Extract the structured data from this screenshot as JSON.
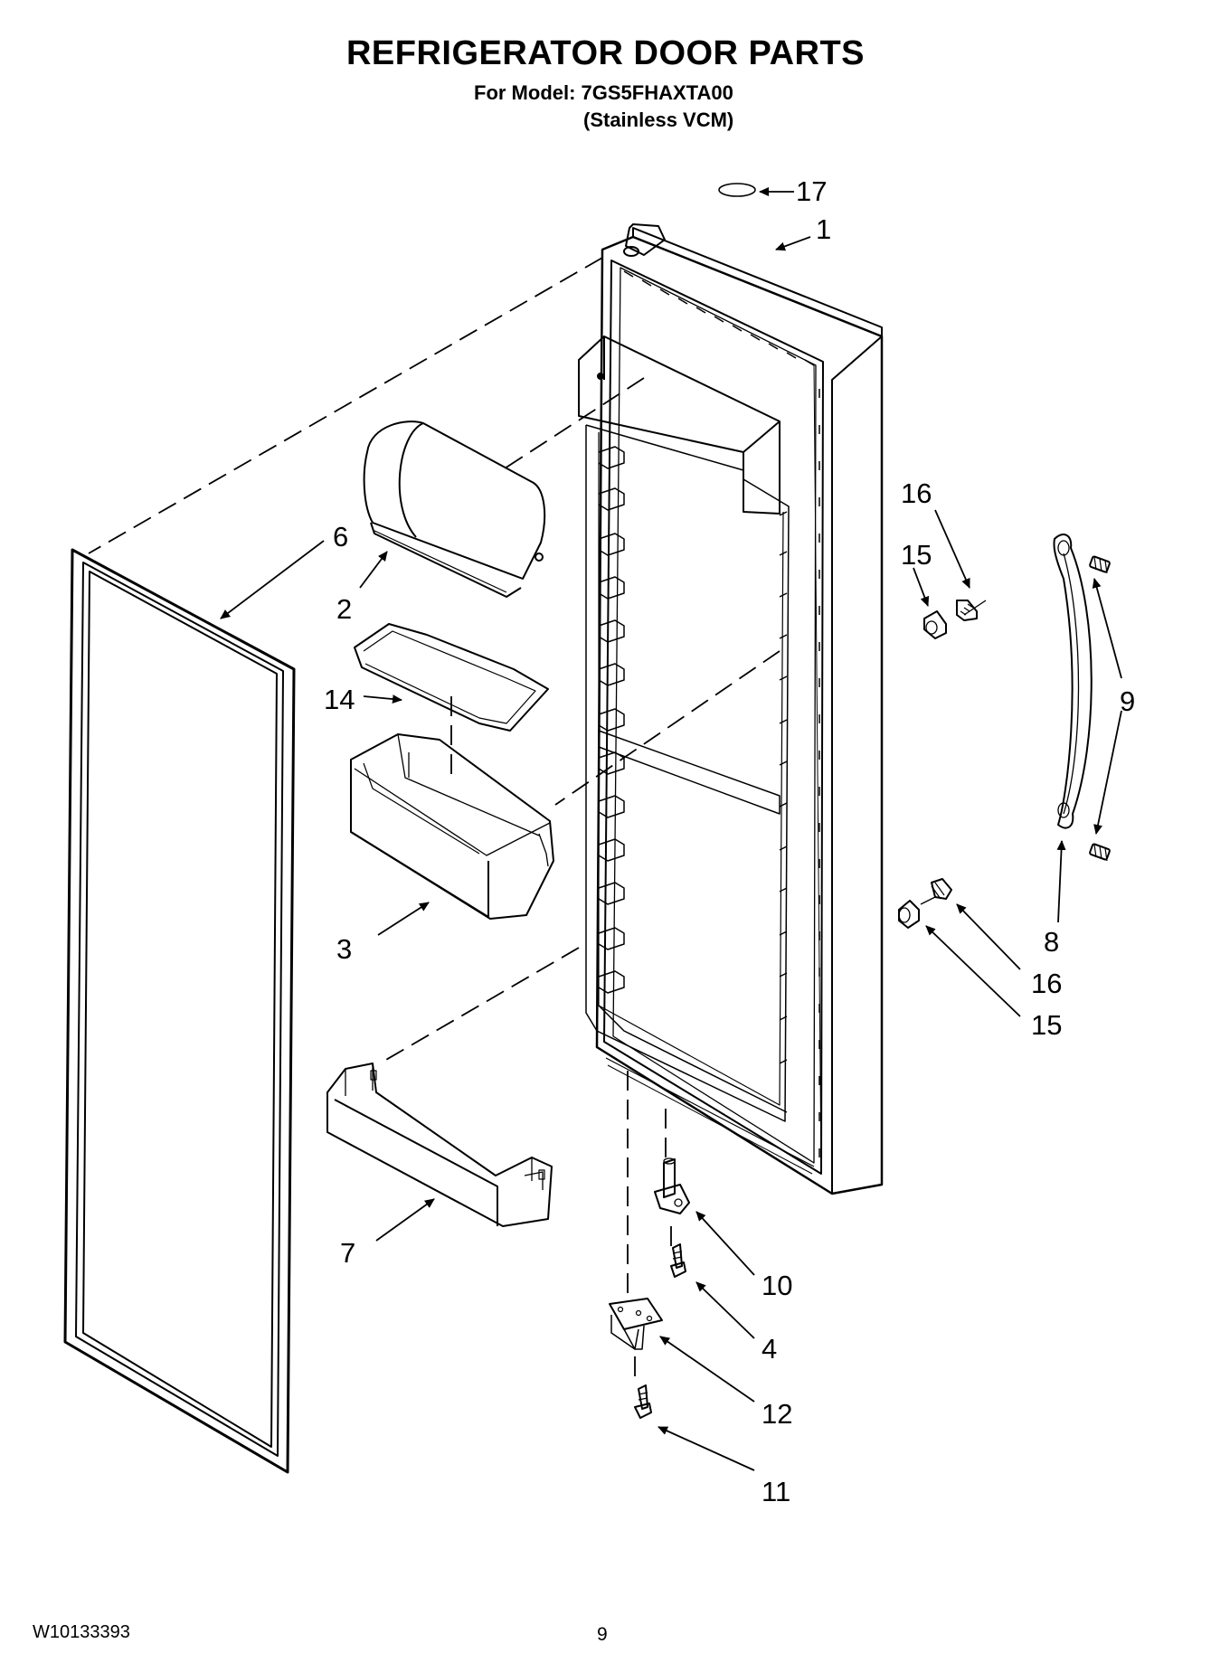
{
  "header": {
    "title": "REFRIGERATOR DOOR PARTS",
    "model_line": "For Model: 7GS5FHAXTA00",
    "variant_line": "(Stainless VCM)"
  },
  "footer": {
    "doc_code": "W10133393",
    "page_number": "9"
  },
  "callouts": [
    {
      "id": "c17",
      "label": "17"
    },
    {
      "id": "c1",
      "label": "1"
    },
    {
      "id": "c6",
      "label": "6"
    },
    {
      "id": "c2",
      "label": "2"
    },
    {
      "id": "c14",
      "label": "14"
    },
    {
      "id": "c3",
      "label": "3"
    },
    {
      "id": "c7",
      "label": "7"
    },
    {
      "id": "c16a",
      "label": "16"
    },
    {
      "id": "c15a",
      "label": "15"
    },
    {
      "id": "c9",
      "label": "9"
    },
    {
      "id": "c8",
      "label": "8"
    },
    {
      "id": "c16b",
      "label": "16"
    },
    {
      "id": "c15b",
      "label": "15"
    },
    {
      "id": "c10",
      "label": "10"
    },
    {
      "id": "c4",
      "label": "4"
    },
    {
      "id": "c12",
      "label": "12"
    },
    {
      "id": "c11",
      "label": "11"
    }
  ]
}
